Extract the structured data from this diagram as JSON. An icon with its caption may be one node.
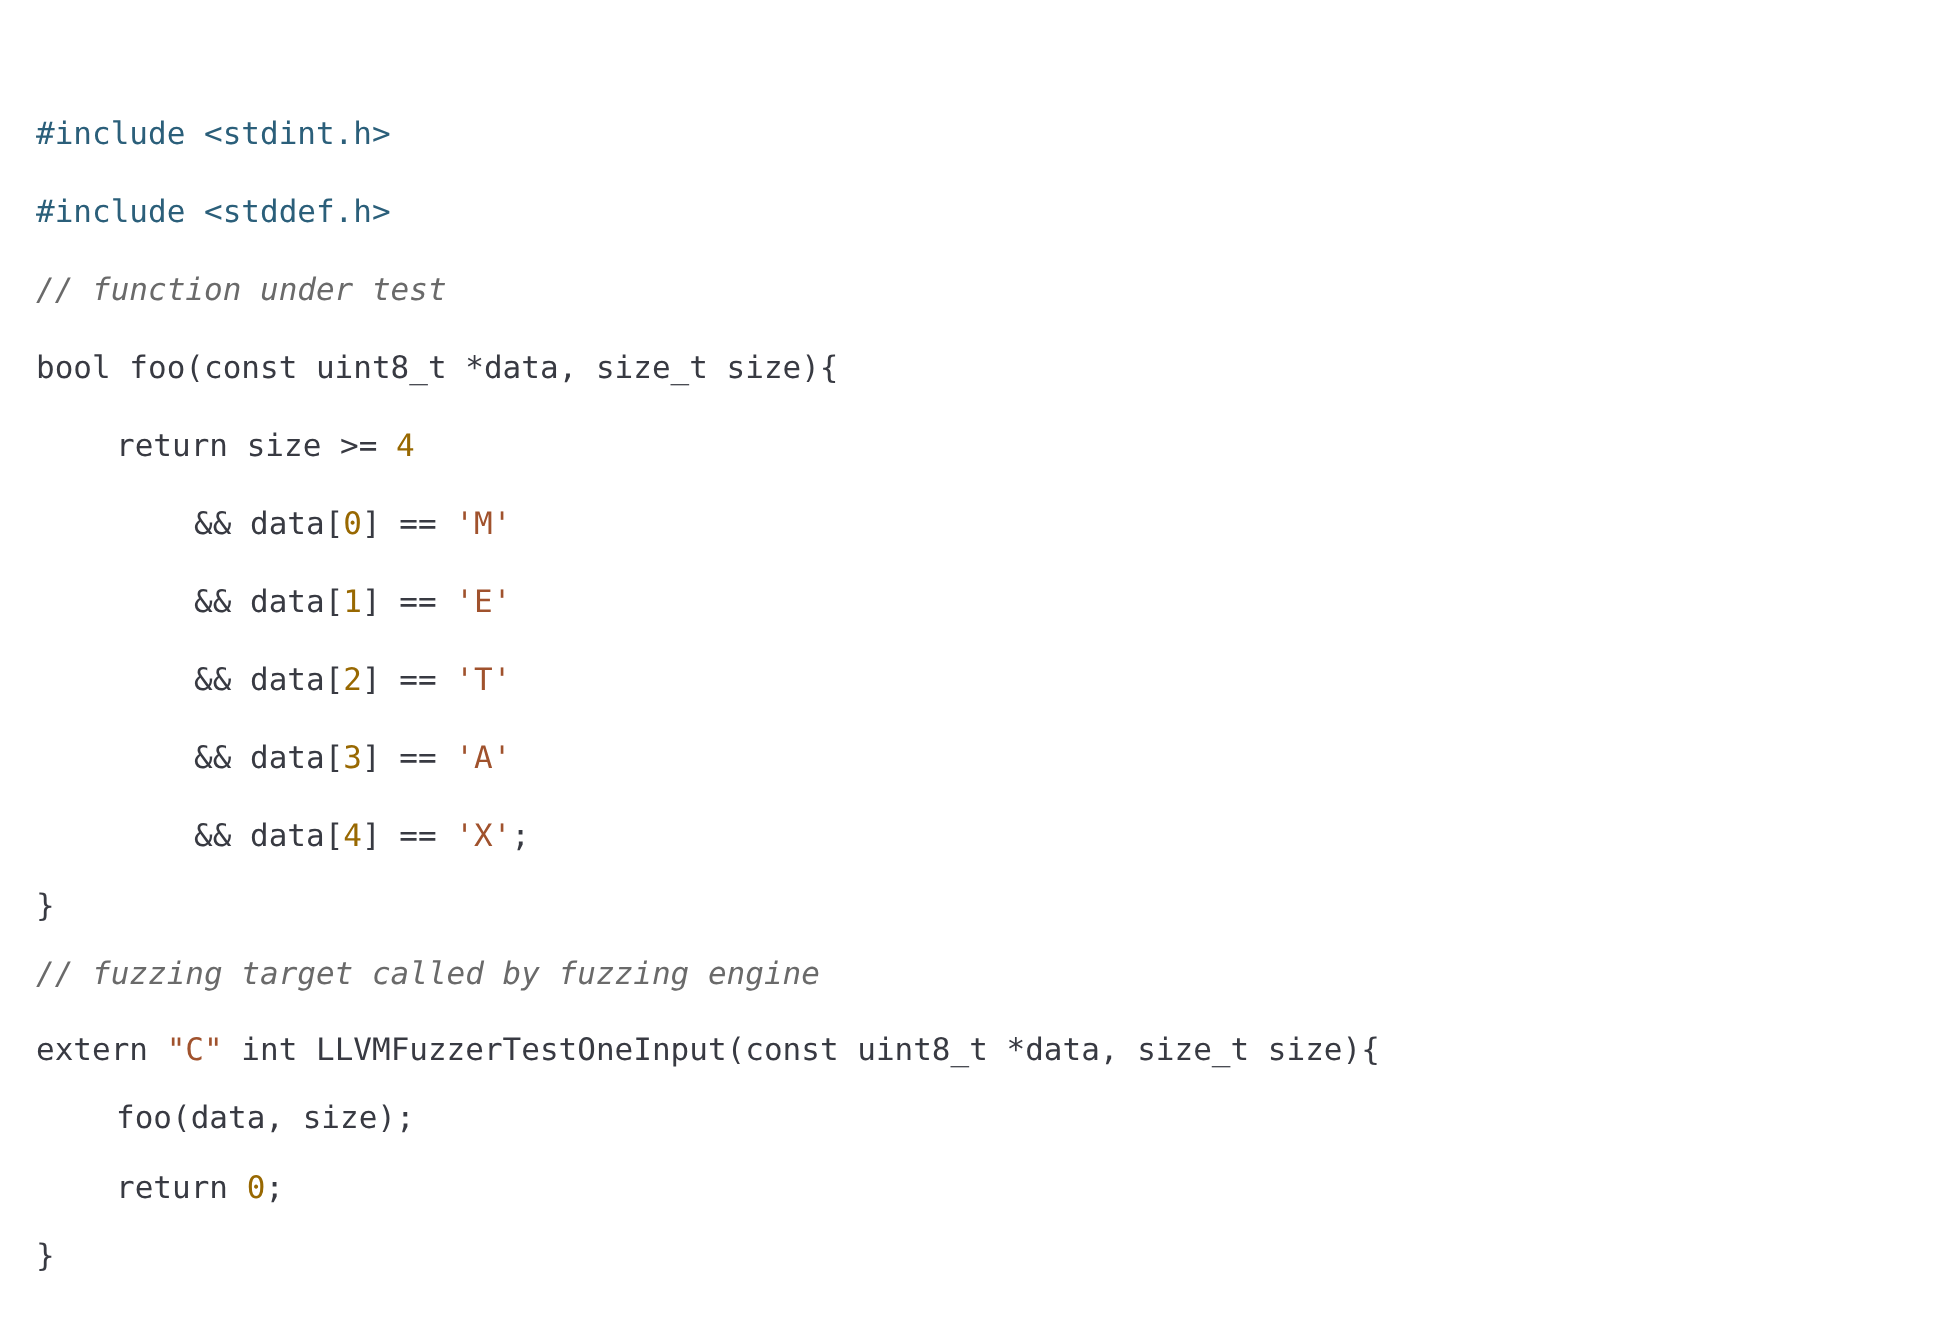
{
  "diagram": {
    "labels": [
      "#include <stdint.h>",
      "#include <stddef.h>",
      "// function under test",
      "bool foo(const uint8_t *data, size_t size){",
      "return size >= 4",
      "&& data[0] == 'M'",
      "&& data[1] == 'E'",
      "&& data[2] == 'T'",
      "&& data[3] == 'A'",
      "&& data[4] == 'X';",
      "}",
      "// fuzzing target called by fuzzing engine",
      "extern \"C\" int LLVMFuzzerTestOneInput(const uint8_t *data, size_t size){",
      "foo(data, size);",
      "return 0;",
      "}"
    ]
  }
}
